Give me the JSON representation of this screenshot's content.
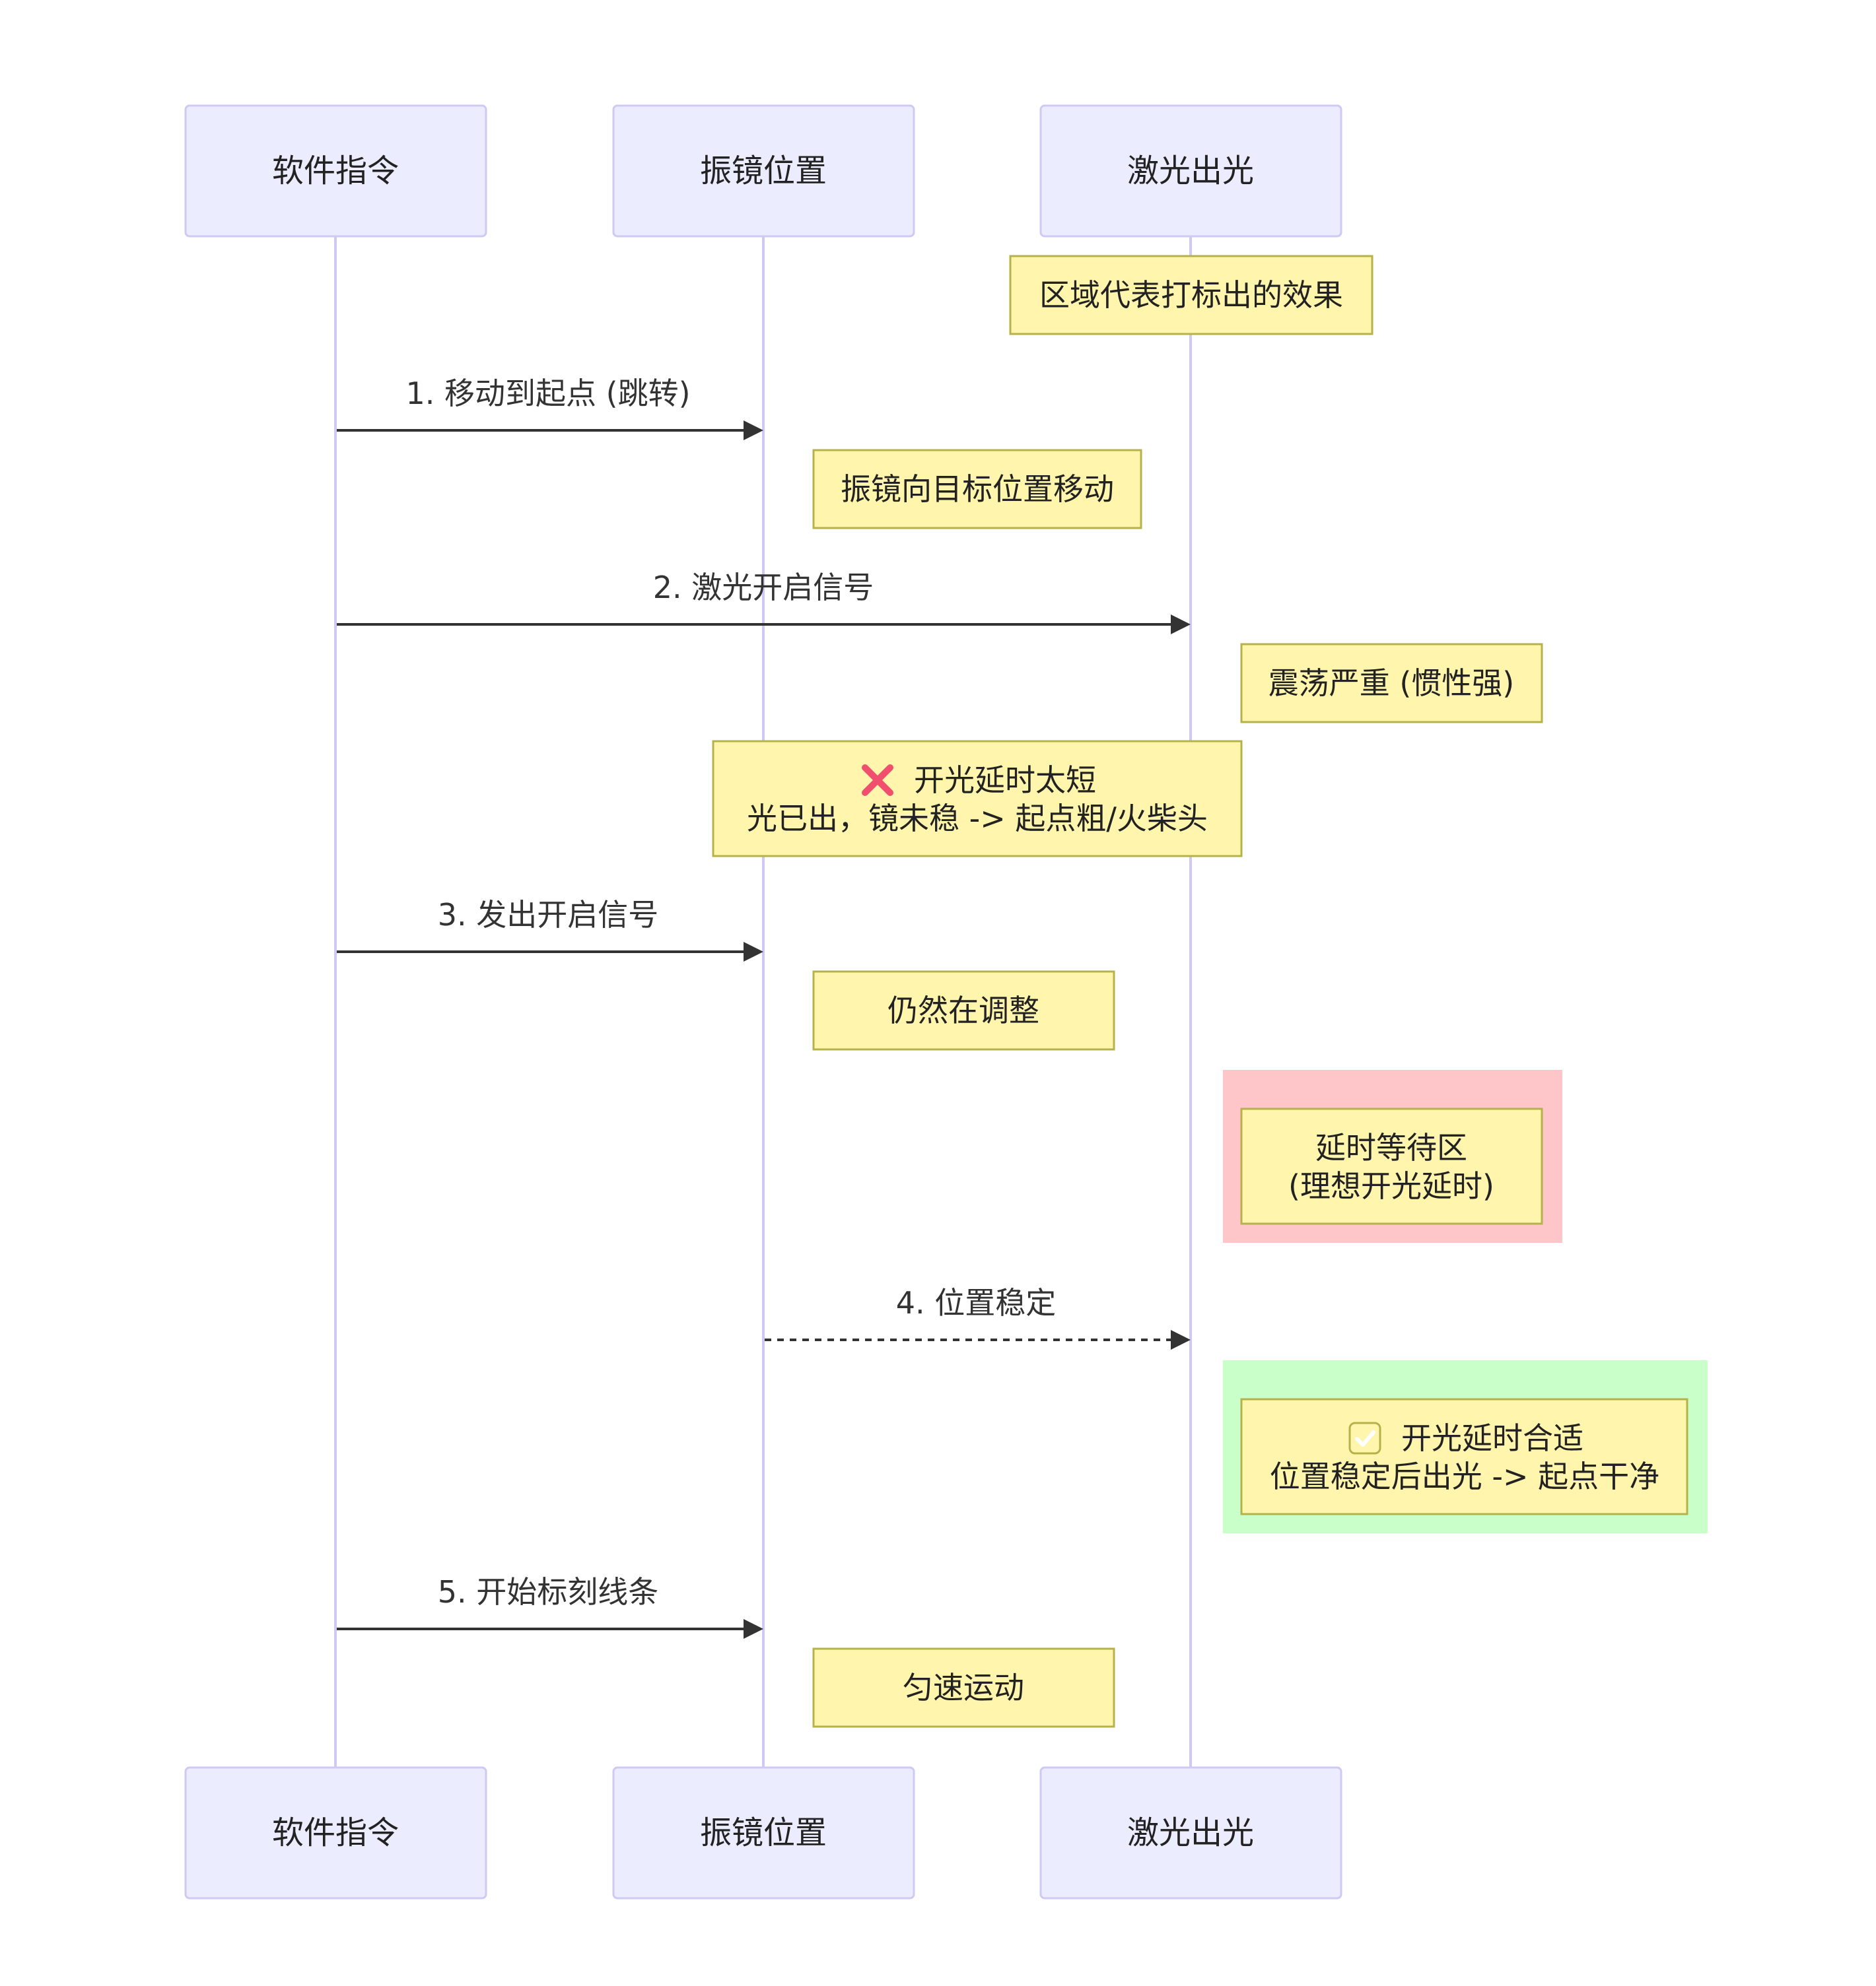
{
  "actors": [
    {
      "key": "software",
      "label": "软件指令"
    },
    {
      "key": "galvo",
      "label": "振镜位置"
    },
    {
      "key": "laser",
      "label": "激光出光"
    }
  ],
  "messages": [
    {
      "label": "1. 移动到起点 (跳转)",
      "from": "software",
      "to": "galvo",
      "style": "solid"
    },
    {
      "label": "2. 激光开启信号",
      "from": "software",
      "to": "laser",
      "style": "solid"
    },
    {
      "label": "3. 发出开启信号",
      "from": "software",
      "to": "galvo",
      "style": "solid"
    },
    {
      "label": "4. 位置稳定",
      "from": "galvo",
      "to": "laser",
      "style": "dashed"
    },
    {
      "label": "5. 开始标刻线条",
      "from": "software",
      "to": "galvo",
      "style": "solid"
    }
  ],
  "notes": [
    {
      "lines": [
        "区域代表打标出的效果"
      ]
    },
    {
      "lines": [
        "振镜向目标位置移动"
      ]
    },
    {
      "lines": [
        "震荡严重 (惯性强)"
      ]
    },
    {
      "lines": [
        "开光延时太短",
        "光已出，镜未稳 -> 起点粗/火柴头"
      ],
      "icon": "cross-mark-icon"
    },
    {
      "lines": [
        "仍然在调整"
      ]
    },
    {
      "lines": [
        "延时等待区",
        "(理想开光延时)"
      ]
    },
    {
      "lines": [
        "开光延时合适",
        "位置稳定后出光 -> 起点干净"
      ],
      "icon": "check-mark-icon"
    },
    {
      "lines": [
        "匀速运动"
      ]
    }
  ],
  "zones": [
    {
      "name": "delay-wait-zone",
      "color": "#FFC6C9"
    },
    {
      "name": "proper-delay-zone",
      "color": "#C9FFC9"
    }
  ],
  "colors": {
    "actor_fill": "#ECECFF",
    "actor_stroke": "#CFC9F3",
    "note_fill": "#FFF5AD",
    "note_stroke": "#B6B24A",
    "line": "#333333",
    "cross_icon": "#F0506E",
    "check_icon": "#3EB489"
  }
}
